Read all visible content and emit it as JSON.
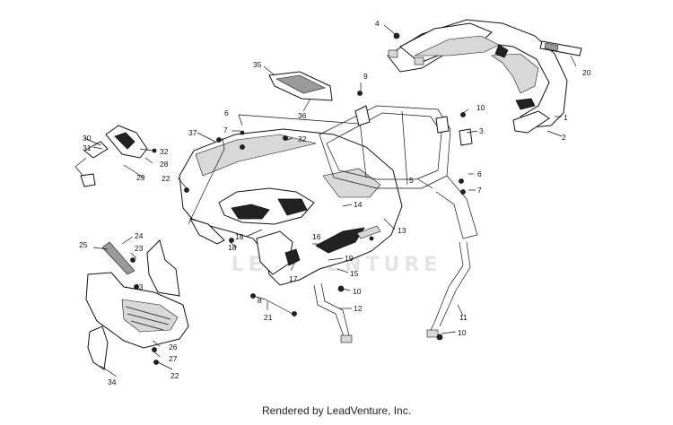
{
  "watermark": "LEADVENTURE",
  "footer": "Rendered by LeadVenture, Inc.",
  "callouts": [
    "1",
    "2",
    "3",
    "4",
    "5",
    "6",
    "6",
    "7",
    "7",
    "8",
    "9",
    "10",
    "10",
    "10",
    "11",
    "12",
    "13",
    "14",
    "15",
    "16",
    "17",
    "18",
    "18",
    "19",
    "20",
    "21",
    "22",
    "22",
    "23",
    "24",
    "25",
    "26",
    "27",
    "28",
    "29",
    "30",
    "31",
    "32",
    "32",
    "33",
    "34",
    "35",
    "36",
    "37"
  ]
}
